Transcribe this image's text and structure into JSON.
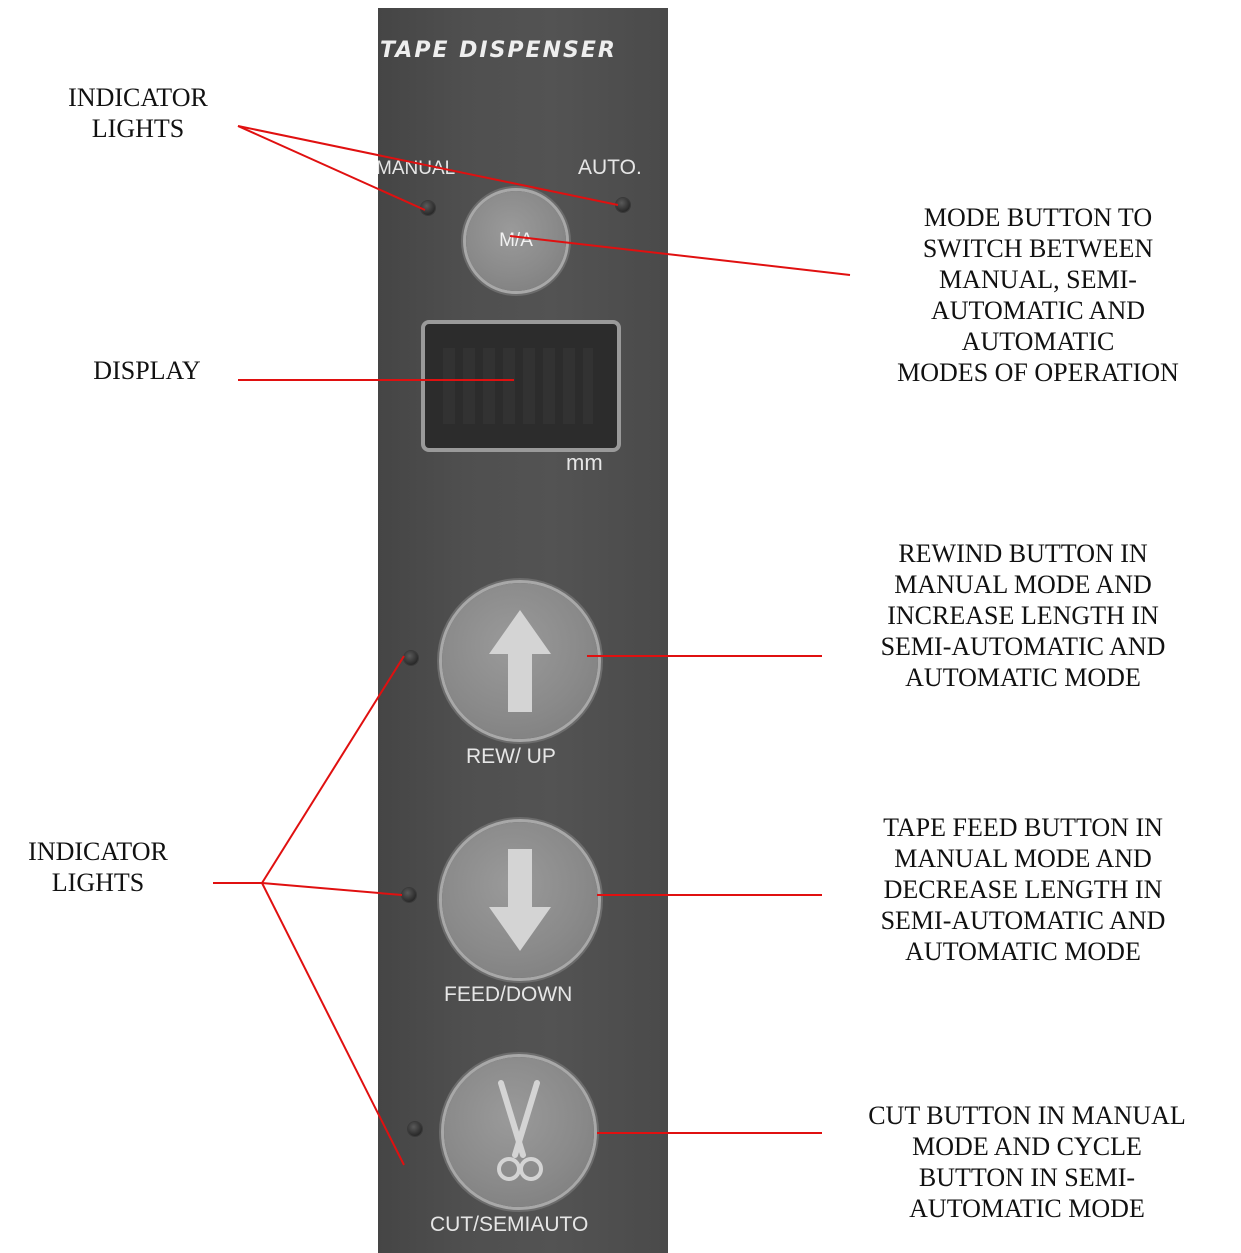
{
  "panel": {
    "title": "TAPE DISPENSER",
    "manual_label": "MANUAL",
    "auto_label": "AUTO.",
    "mode_button_label": "M/A",
    "display_unit": "mm",
    "rew_label": "REW/ UP",
    "feed_label": "FEED/DOWN",
    "cut_label": "CUT/SEMIAUTO"
  },
  "callouts": {
    "indicator_lights_top": [
      "INDICATOR",
      "LIGHTS"
    ],
    "display": [
      "DISPLAY"
    ],
    "mode_button": [
      "MODE BUTTON TO",
      "SWITCH BETWEEN",
      "MANUAL, SEMI-",
      "AUTOMATIC AND",
      "AUTOMATIC",
      "MODES OF OPERATION"
    ],
    "rewind_button": [
      "REWIND BUTTON IN",
      "MANUAL MODE AND",
      "INCREASE LENGTH IN",
      "SEMI-AUTOMATIC AND",
      "AUTOMATIC MODE"
    ],
    "feed_button": [
      "TAPE FEED BUTTON IN",
      "MANUAL MODE AND",
      "DECREASE LENGTH IN",
      "SEMI-AUTOMATIC AND",
      "AUTOMATIC MODE"
    ],
    "indicator_lights_bottom": [
      "INDICATOR",
      "LIGHTS"
    ],
    "cut_button": [
      "CUT BUTTON IN MANUAL",
      "MODE  AND CYCLE",
      "BUTTON IN SEMI-",
      "AUTOMATIC MODE"
    ]
  },
  "colors": {
    "leader_line": "#e01010",
    "panel": "#4e4e4e",
    "button": "#8c8c8c"
  },
  "icons": {
    "rew": "arrow-up-icon",
    "feed": "arrow-down-icon",
    "cut": "scissors-icon"
  }
}
